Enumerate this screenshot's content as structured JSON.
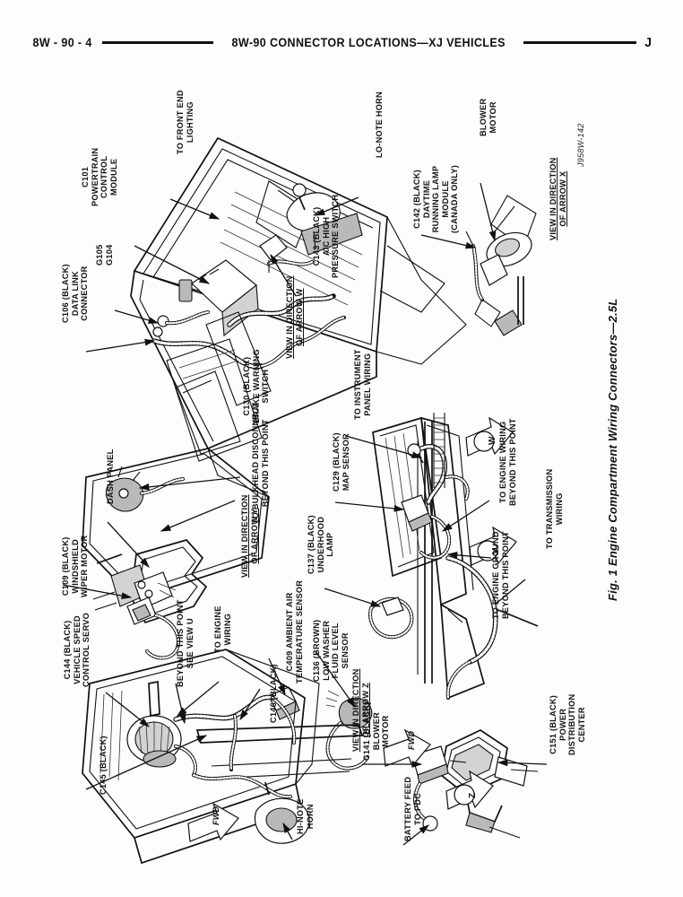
{
  "header": {
    "left": "8W - 90 - 4",
    "center": "8W-90 CONNECTOR LOCATIONS—XJ VEHICLES",
    "right": "J"
  },
  "figure": {
    "caption": "Fig. 1 Engine Compartment Wiring Connectors—2.5L",
    "figure_id": "J958W-142"
  },
  "labels": {
    "to_front_end_lighting": "TO FRONT END\nLIGHTING",
    "c101": "C101\nPOWERTRAIN\nCONTROL\nMODULE",
    "g105_g104": "G105\nG104",
    "c106": "C106 (BLACK)\nDATA LINK\nCONNECTOR",
    "lo_note_horn_top": "LO-NOTE HORN",
    "c143": "C143 (BLACK)\nA/C HIGH\nPRESSURE SWITCH",
    "c142": "C142 (BLACK)\nDAYTIME\nRUNNING LAMP\nMODULE\n(CANADA ONLY)",
    "blower_motor_x": "BLOWER\nMOTOR",
    "view_arrow_x": "VIEW IN DIRECTION\nOF ARROW X",
    "view_arrow_w": "VIEW IN DIRECTION\nOF ARROW W",
    "c130": "C130 (BLACK)\nBRAKE WARNING\nSWITCH",
    "to_bulkhead": "TO BULKHEAD DISCONNECT\nBEYOND THIS POINT",
    "view_arrow_y": "VIEW IN DIRECTION\nOF ARROW Y",
    "dash_panel": "DASH PANEL",
    "c109": "C109 (BLACK)\nWINDSHIELD\nWIPER MOTOR",
    "c144": "C144 (BLACK)\nVEHICLE SPEED\nCONTROL SERVO",
    "beyond_see_view_u": "BEYOND THIS POINT\nSEE VIEW U",
    "to_engine_wiring": "TO ENGINE\nWIRING",
    "c145": "C145 (BLACK)",
    "c146": "C146 (BLACK)",
    "c409": "C409 AMBIENT AIR\nTEMPERATURE SENSOR",
    "c136": "C136 (BROWN)\nLOW WASHER\nFLUID LEVEL\nSENSOR",
    "c137": "C137 (BLACK)\nUNDERHOOD\nLAMP",
    "c129": "C129 (BLACK)\nMAP SENSOR",
    "to_instrument_panel": "TO INSTRUMENT\nPANEL WIRING",
    "to_engine_wiring_beyond": "TO ENGINE WIRING\nBEYOND THIS POINT",
    "to_engine_ground_beyond": "TO ENGINE GROUND\nBEYOND THIS POINT",
    "to_transmission_wiring": "TO TRANSMISSION\nWIRING",
    "c141": "C141 (BLACK)\nBLOWER\nMOTOR",
    "view_arrow_z": "VIEW IN DIRECTION\nOF ARROW Z",
    "hi_note_horn": "HI-NOTE\nHORN",
    "battery_feed": "BATTERY FEED\nTO PDC",
    "c151": "C151 (BLACK)\nPOWER\nDISTRIBUTION\nCENTER",
    "fwd_1": "FWD",
    "fwd_2": "FWD",
    "arrow_w": "W",
    "arrow_v": "V",
    "arrow_z": "Z"
  },
  "colors": {
    "ink": "#111111",
    "paper": "#fdfdfd",
    "shade": "#b9b9b9"
  }
}
